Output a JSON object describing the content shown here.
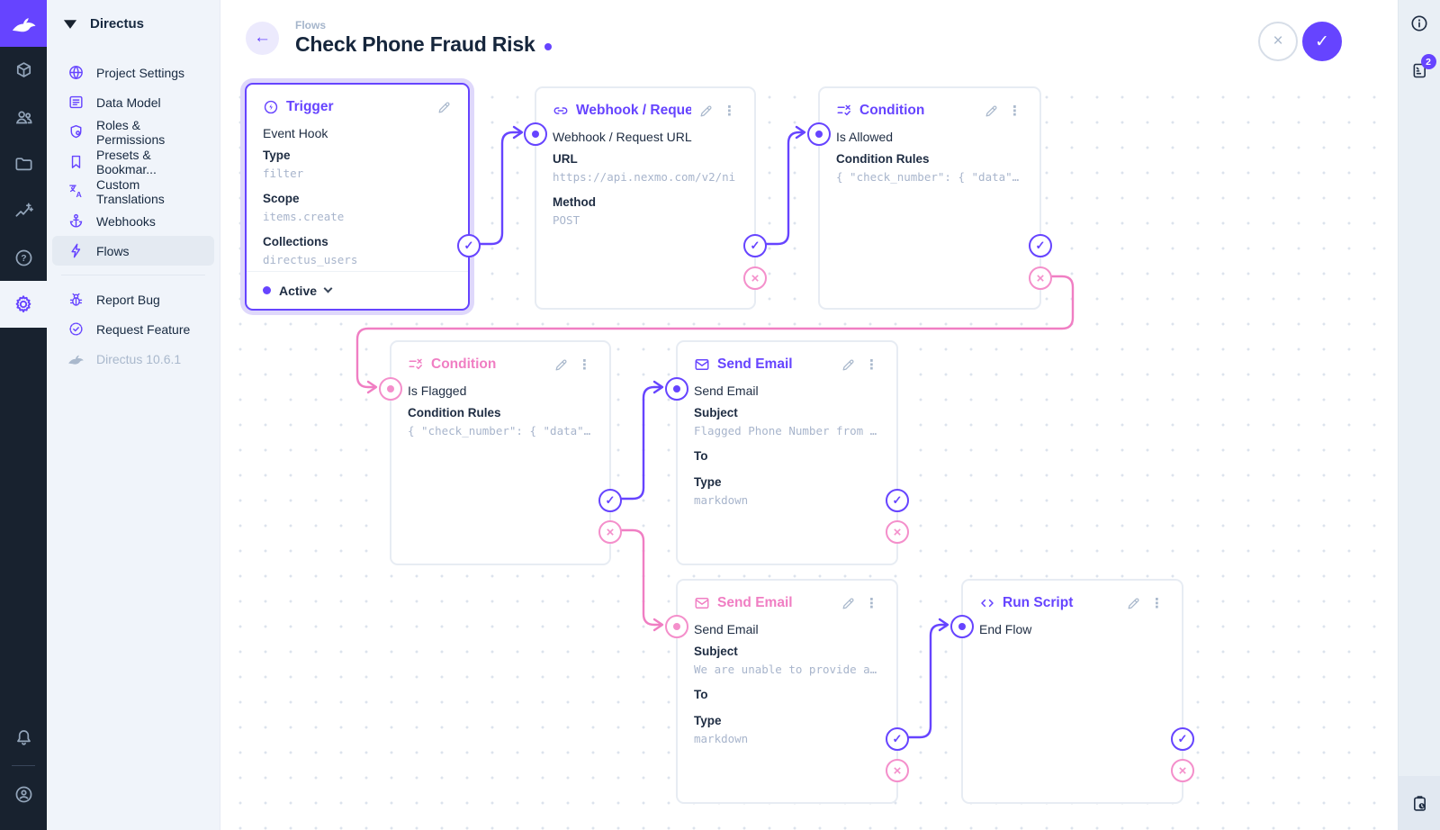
{
  "colors": {
    "purple": "#6644FF",
    "pink": "#F07EC3",
    "navy": "#18222F"
  },
  "module_bar": {
    "icons": [
      "rabbit-logo",
      "box-icon",
      "users-icon",
      "folder-icon",
      "insights-icon",
      "help-icon",
      "settings-icon"
    ],
    "bottom_icons": [
      "bell-icon",
      "avatar-icon"
    ]
  },
  "sidebar": {
    "project_name": "Directus",
    "items": [
      {
        "icon": "globe",
        "label": "Project Settings"
      },
      {
        "icon": "data-model",
        "label": "Data Model"
      },
      {
        "icon": "shield",
        "label": "Roles & Permissions"
      },
      {
        "icon": "bookmark",
        "label": "Presets & Bookmar..."
      },
      {
        "icon": "translate",
        "label": "Custom Translations"
      },
      {
        "icon": "anchor",
        "label": "Webhooks"
      },
      {
        "icon": "bolt",
        "label": "Flows"
      }
    ],
    "footer_items": [
      {
        "icon": "bug",
        "label": "Report Bug"
      },
      {
        "icon": "rosette",
        "label": "Request Feature"
      },
      {
        "icon": "rabbit",
        "label": "Directus 10.6.1"
      }
    ]
  },
  "header": {
    "breadcrumb": "Flows",
    "title": "Check Phone Fraud Risk",
    "back_glyph": "←",
    "cancel_glyph": "×",
    "confirm_glyph": "✓"
  },
  "right_sidebar": {
    "badge_count": "2"
  },
  "flow": {
    "nodes": {
      "trigger": {
        "title": "Trigger",
        "name": "Event Hook",
        "fields": [
          {
            "label": "Type",
            "value": "filter"
          },
          {
            "label": "Scope",
            "value": "items.create"
          },
          {
            "label": "Collections",
            "value": "directus_users"
          }
        ],
        "status": "Active"
      },
      "webhook": {
        "title": "Webhook / Request URL",
        "name": "Webhook / Request URL",
        "fields": [
          {
            "label": "URL",
            "value": "https://api.nexmo.com/v2/ni"
          },
          {
            "label": "Method",
            "value": "POST"
          }
        ]
      },
      "condition_allowed": {
        "title": "Condition",
        "name": "Is Allowed",
        "fields": [
          {
            "label": "Condition Rules",
            "value": "{ \"check_number\": { \"data\"…"
          }
        ]
      },
      "condition_flagged": {
        "title": "Condition",
        "name": "Is Flagged",
        "fields": [
          {
            "label": "Condition Rules",
            "value": "{ \"check_number\": { \"data\"…"
          }
        ]
      },
      "email_flagged": {
        "title": "Send Email",
        "name": "Send Email",
        "fields": [
          {
            "label": "Subject",
            "value": "Flagged Phone Number from …"
          },
          {
            "label": "To",
            "value": ""
          },
          {
            "label": "Type",
            "value": "markdown"
          }
        ]
      },
      "email_unable": {
        "title": "Send Email",
        "name": "Send Email",
        "fields": [
          {
            "label": "Subject",
            "value": "We are unable to provide a…"
          },
          {
            "label": "To",
            "value": ""
          },
          {
            "label": "Type",
            "value": "markdown"
          }
        ]
      },
      "run_script": {
        "title": "Run Script",
        "name": "End Flow",
        "fields": []
      }
    },
    "connector_glyphs": {
      "resolve": "✓",
      "reject": "×"
    }
  }
}
